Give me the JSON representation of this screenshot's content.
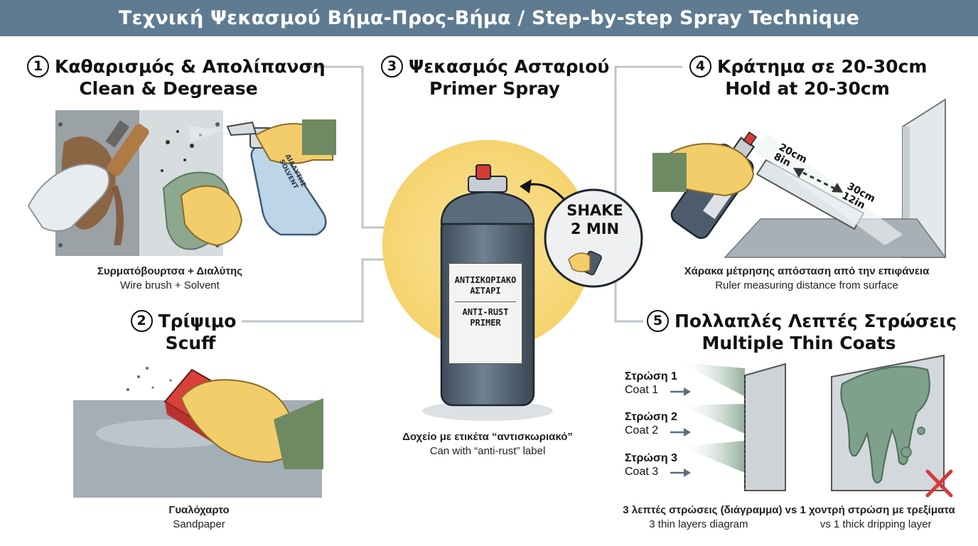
{
  "title": "Τεχνική Ψεκασμού Βήμα-Προς-Βήμα / Step-by-step Spray Technique",
  "steps": [
    {
      "num": "1",
      "title_gr": "Καθαρισμός & Απολίπανση",
      "title_en": "Clean & Degrease",
      "caption_gr": "Συρματόβουρτσα + Διαλύτης",
      "caption_en": "Wire brush + Solvent",
      "bottle_text": [
        "ΔΙΑΛΥΤΗΣ",
        "SOLVENT"
      ]
    },
    {
      "num": "2",
      "title_gr": "Τρίψιμο",
      "title_en": "Scuff",
      "caption_gr": "Γυαλόχαρτο",
      "caption_en": "Sandpaper"
    },
    {
      "num": "3",
      "title_gr": "Ψεκασμός Ασταριού",
      "title_en": "Primer Spray",
      "caption_gr": "Δοχείο με ετικέτα “αντισκωριακό”",
      "caption_en": "Can with “anti-rust” label",
      "can_label_gr": [
        "ΑΝΤΙΣΚΩΡΙΑΚΟ",
        "ΑΣΤΑΡΙ"
      ],
      "can_label_en": [
        "ANTI-RUST",
        "PRIMER"
      ],
      "shake": [
        "SHAKE",
        "2 MIN"
      ]
    },
    {
      "num": "4",
      "title_gr": "Κράτημα σε 20-30cm",
      "title_en": "Hold at 20-30cm",
      "caption_gr": "Χάρακα μέτρησης απόσταση από την επιφάνεια",
      "caption_en": "Ruler measuring distance from surface",
      "dist_near": [
        "20cm",
        "8in"
      ],
      "dist_far": [
        "30cm",
        "12in"
      ]
    },
    {
      "num": "5",
      "title_gr": "Πολλαπλές Λεπτές Στρώσεις",
      "title_en": "Multiple Thin Coats",
      "caption_gr": "3 λεπτές στρώσεις (διάγραμμα) vs 1 χοντρή στρώση με τρεξίματα",
      "caption_en_left": "3 thin layers diagram",
      "caption_en_right": "vs 1 thick dripping layer",
      "coats": [
        {
          "gr": "Στρώση 1",
          "en": "Coat 1"
        },
        {
          "gr": "Στρώση 2",
          "en": "Coat 2"
        },
        {
          "gr": "Στρώση 3",
          "en": "Coat 3"
        }
      ]
    }
  ],
  "colors": {
    "banner": "#5f7b91",
    "glove": "#f2cd6a",
    "sleeve": "#6e8a62",
    "can": "#4c5c6c",
    "primer_glow": "#f7d877",
    "error": "#d33a3a",
    "paint": "#7fa08a"
  },
  "icons": [
    "wire-brush-icon",
    "spray-bottle-icon",
    "sanding-block-icon",
    "spray-can-icon",
    "ruler-icon",
    "cross-icon",
    "shield-icon"
  ]
}
